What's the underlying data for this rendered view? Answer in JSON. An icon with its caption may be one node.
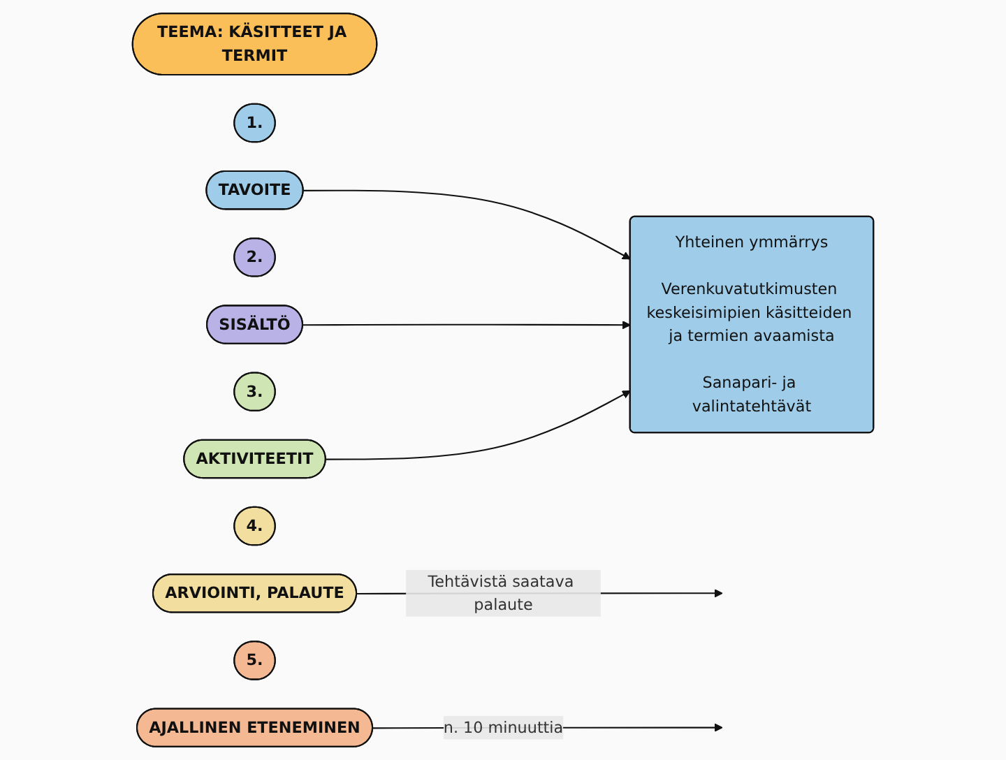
{
  "diagram": {
    "nodes": [
      {
        "text": [
          "TEEMA: KÄSITTEET JA TERMIT"
        ]
      },
      {
        "text": [
          "1."
        ]
      },
      {
        "text": [
          "TAVOITE"
        ]
      },
      {
        "text": [
          "Yhteinen ymmärrys",
          "Verenkuvatutkimusten keskeisimipien käsitteiden ja termien avaamista",
          "Sanapari- ja valintatehtävät"
        ]
      },
      {
        "text": [
          "2."
        ]
      },
      {
        "text": [
          "SISÄLTÖ"
        ]
      },
      {
        "text": [
          "3."
        ]
      },
      {
        "text": [
          "AKTIVITEETIT"
        ]
      },
      {
        "text": [
          "4."
        ]
      },
      {
        "text": [
          "ARVIOINTI, PALAUTE"
        ]
      },
      {
        "text": [
          "5."
        ]
      },
      {
        "text": [
          "AJALLINEN ETENEMINEN"
        ]
      }
    ],
    "edges": [
      {
        "from": 2,
        "to": 3,
        "arrow": "to"
      },
      {
        "from": 5,
        "to": 3,
        "arrow": "to"
      },
      {
        "from": 7,
        "to": 3,
        "arrow": "to"
      },
      {
        "from": 9,
        "to": null,
        "arrow": "to",
        "label": "Tehtävistä saatava palaute"
      },
      {
        "from": 11,
        "to": null,
        "arrow": "to",
        "label": "n. 10 minuuttia"
      }
    ]
  }
}
